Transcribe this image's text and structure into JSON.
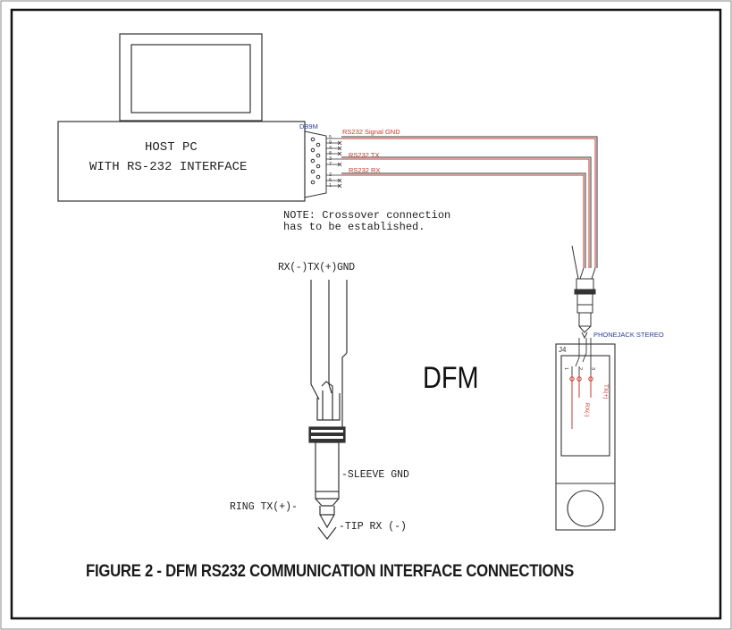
{
  "host_pc": {
    "line1": "HOST PC",
    "line2": "WITH RS-232 INTERFACE",
    "connector": "DB9M",
    "pins": [
      "5",
      "9",
      "4",
      "8",
      "3",
      "7",
      "2",
      "6",
      "1"
    ]
  },
  "signals": {
    "gnd": "RS232 Signal GND",
    "tx": "RS232 TX",
    "rx": "RS232 RX"
  },
  "note": {
    "line1": "NOTE: Crossover connection",
    "line2": "has to be established."
  },
  "plug": {
    "top_labels": "RX(-)TX(+)GND",
    "sleeve": "-SLEEVE GND",
    "ring": "RING TX(+)-",
    "tip": "-TIP RX (-)"
  },
  "device": {
    "center_label": "DFM",
    "jack_label": "PHONEJACK STEREO",
    "ref": "J4",
    "pin_numbers": [
      "1",
      "2",
      "3"
    ],
    "pin_rx": "RX(-)",
    "pin_tx": "TX(+)"
  },
  "caption": {
    "prefix": "FIGURE 2 - ",
    "brand": "DFM",
    "rest": " RS232 COMMUNICATION INTERFACE CONNECTIONS"
  },
  "colors": {
    "wire_red": "#c0392b",
    "label_blue": "#2b3f91",
    "line": "#333333"
  }
}
